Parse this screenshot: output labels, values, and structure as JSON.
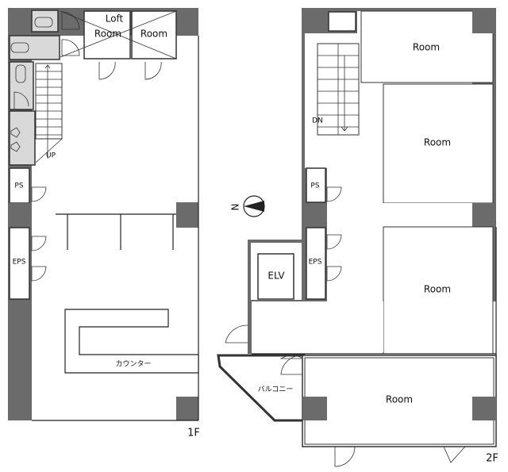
{
  "colors": {
    "wall": "#6b6b6b",
    "wet_area": "#d9d9d9",
    "line": "#222222"
  },
  "floor1": {
    "floor_label": "1F",
    "loft_label": "Loft",
    "room_a": "Room",
    "room_b": "Room",
    "stairs_label": "UP",
    "ps_label": "PS",
    "eps_label": "EPS",
    "counter_label": "カウンター"
  },
  "floor2": {
    "floor_label": "2F",
    "stairs_label": "DN",
    "rooms": [
      "Room",
      "Room",
      "Room",
      "Room"
    ],
    "ps_label": "PS",
    "eps_label": "EPS",
    "elevator_label": "ELV",
    "balcony_label": "バルコニー"
  },
  "compass": {
    "north_label": "N",
    "icon": "north-arrow-icon"
  }
}
